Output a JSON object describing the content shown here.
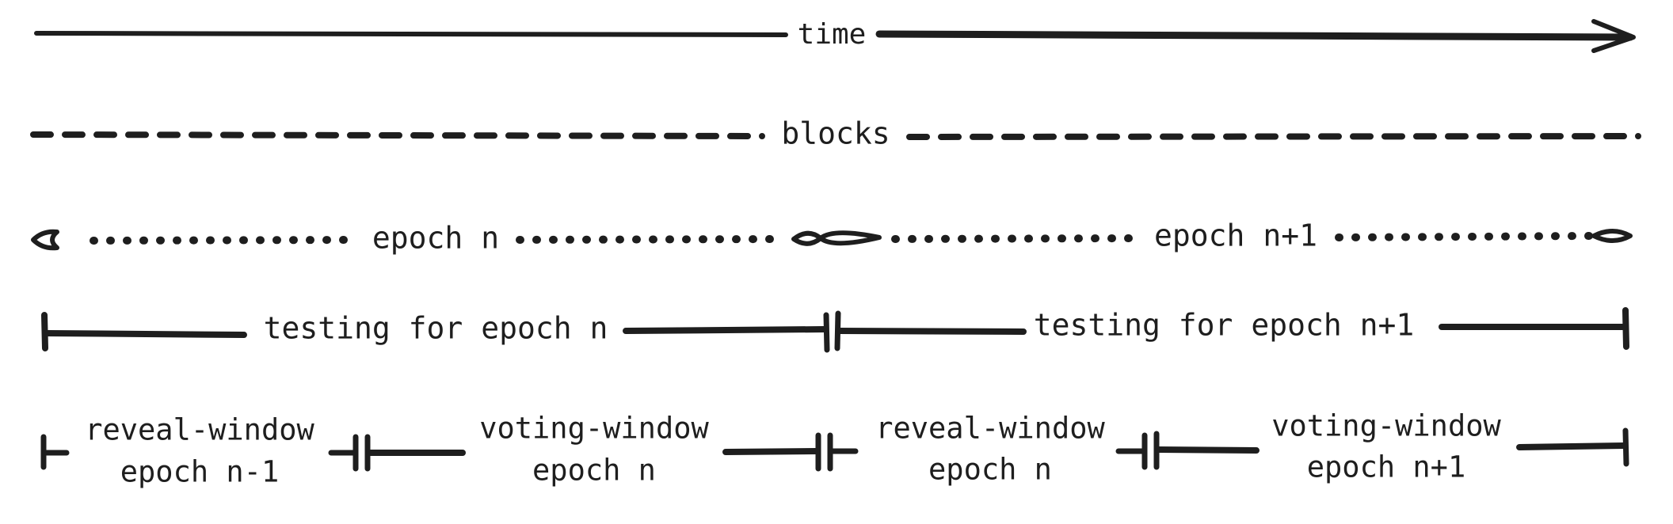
{
  "colors": {
    "ink": "#1e1e1e",
    "background": "#ffffff"
  },
  "time_axis": {
    "label": "time"
  },
  "blocks_axis": {
    "label": "blocks"
  },
  "epochs": [
    {
      "label": "epoch n"
    },
    {
      "label": "epoch n+1"
    }
  ],
  "testing": [
    {
      "label": "testing for epoch n"
    },
    {
      "label": "testing for epoch n+1"
    }
  ],
  "windows": [
    {
      "line1": "reveal-window",
      "line2": "epoch n-1"
    },
    {
      "line1": "voting-window",
      "line2": "epoch n"
    },
    {
      "line1": "reveal-window",
      "line2": "epoch n"
    },
    {
      "line1": "voting-window",
      "line2": "epoch n+1"
    }
  ]
}
